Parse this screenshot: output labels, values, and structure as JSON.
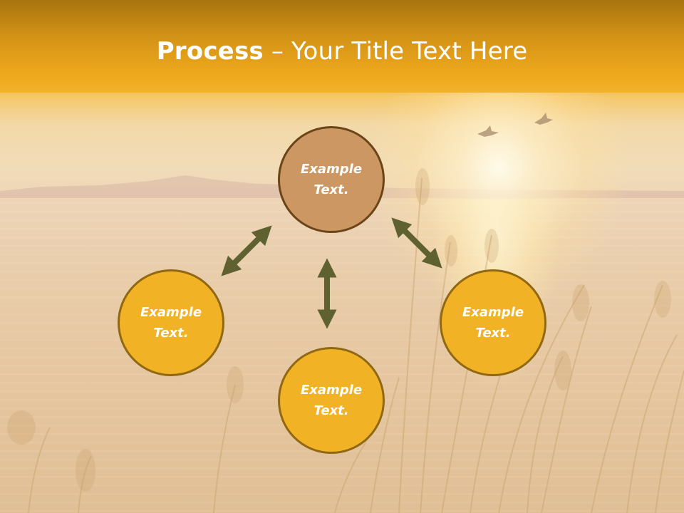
{
  "slide": {
    "title_bold": "Process",
    "title_rest": " – Your Title Text Here"
  },
  "diagram": {
    "nodes": [
      {
        "id": "top",
        "text": "Example\nText.",
        "color": "#cd9763"
      },
      {
        "id": "left",
        "text": "Example\nText.",
        "color": "#f2b225"
      },
      {
        "id": "bottom",
        "text": "Example\nText.",
        "color": "#f2b225"
      },
      {
        "id": "right",
        "text": "Example\nText.",
        "color": "#f2b225"
      }
    ],
    "arrow_color": "#5f6230"
  },
  "theme": {
    "title_band_color": "#eea81d",
    "title_text_color": "#ffffff"
  }
}
